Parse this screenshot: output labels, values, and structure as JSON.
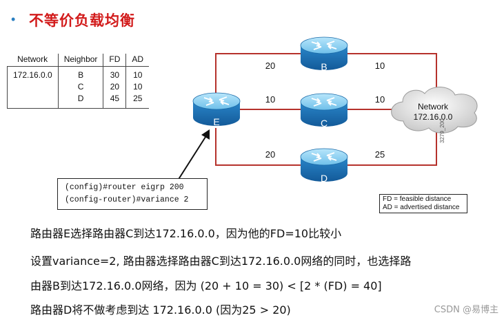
{
  "title": "不等价负载均衡",
  "table": {
    "headers": [
      "Network",
      "Neighbor",
      "FD",
      "AD"
    ],
    "network": "172.16.0.0",
    "rows": [
      {
        "neighbor": "B",
        "fd": "30",
        "ad": "10"
      },
      {
        "neighbor": "C",
        "fd": "20",
        "ad": "10"
      },
      {
        "neighbor": "D",
        "fd": "45",
        "ad": "25"
      }
    ]
  },
  "routers": {
    "e": "E",
    "b": "B",
    "c": "C",
    "d": "D"
  },
  "links": {
    "e_b": "20",
    "b_net": "10",
    "e_c": "10",
    "c_net": "10",
    "e_d": "20",
    "d_net": "25"
  },
  "cloud": {
    "line1": "Network",
    "line2": "172.16.0.0"
  },
  "ref_id": "3279_200",
  "commands": {
    "line1": "(config)#router eigrp 200",
    "line2": "(config-router)#variance 2"
  },
  "legend": {
    "line1": "FD = feasible distance",
    "line2": "AD = advertised distance"
  },
  "text_lines": [
    "路由器E选择路由器C到达172.16.0.0，因为他的FD=10比较小",
    "设置variance=2, 路由器选择路由器C到达172.16.0.0网络的同时，也选择路",
    "由器B到达172.16.0.0网络，因为 (20 + 10 = 30) < [2 * (FD) = 40]",
    "路由器D将不做考虑到达 172.16.0.0 (因为25 > 20)"
  ],
  "watermark": "CSDN @易博主",
  "colors": {
    "title": "#d21b1b",
    "link": "#b5312b",
    "router_light": "#8fd0f0",
    "router_dark": "#1e72b8"
  }
}
